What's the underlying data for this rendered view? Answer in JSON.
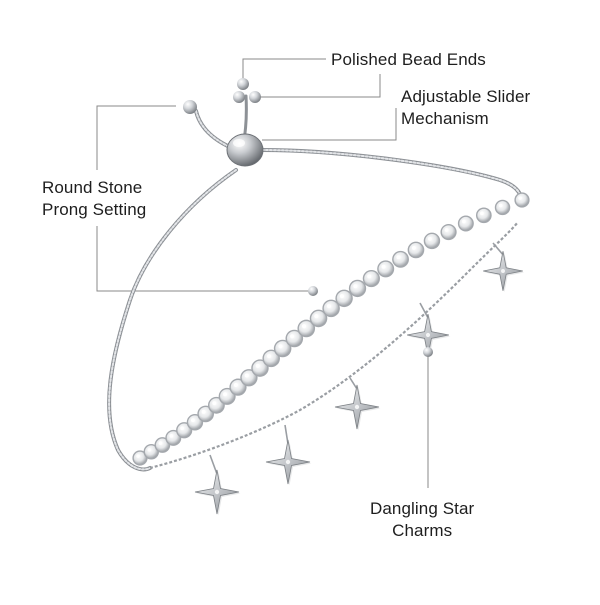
{
  "callouts": {
    "polished_bead_ends": {
      "lines": [
        "Polished Bead Ends"
      ]
    },
    "adjustable_slider": {
      "lines": [
        "Adjustable Slider",
        "Mechanism"
      ]
    },
    "round_stone": {
      "lines": [
        "Round Stone",
        "Prong Setting"
      ]
    },
    "dangling_star": {
      "lines": [
        "Dangling Star",
        "Charms"
      ]
    }
  },
  "colors": {
    "background": "#ffffff",
    "text": "#1e1e1e",
    "leader_line": "#8a8a8a",
    "metal": "#c9ccd0",
    "metal_dark": "#8d9196"
  },
  "icons": [
    "bracelet-illustration",
    "star-charm-icon",
    "bead-end-icon",
    "slider-bead-icon"
  ]
}
